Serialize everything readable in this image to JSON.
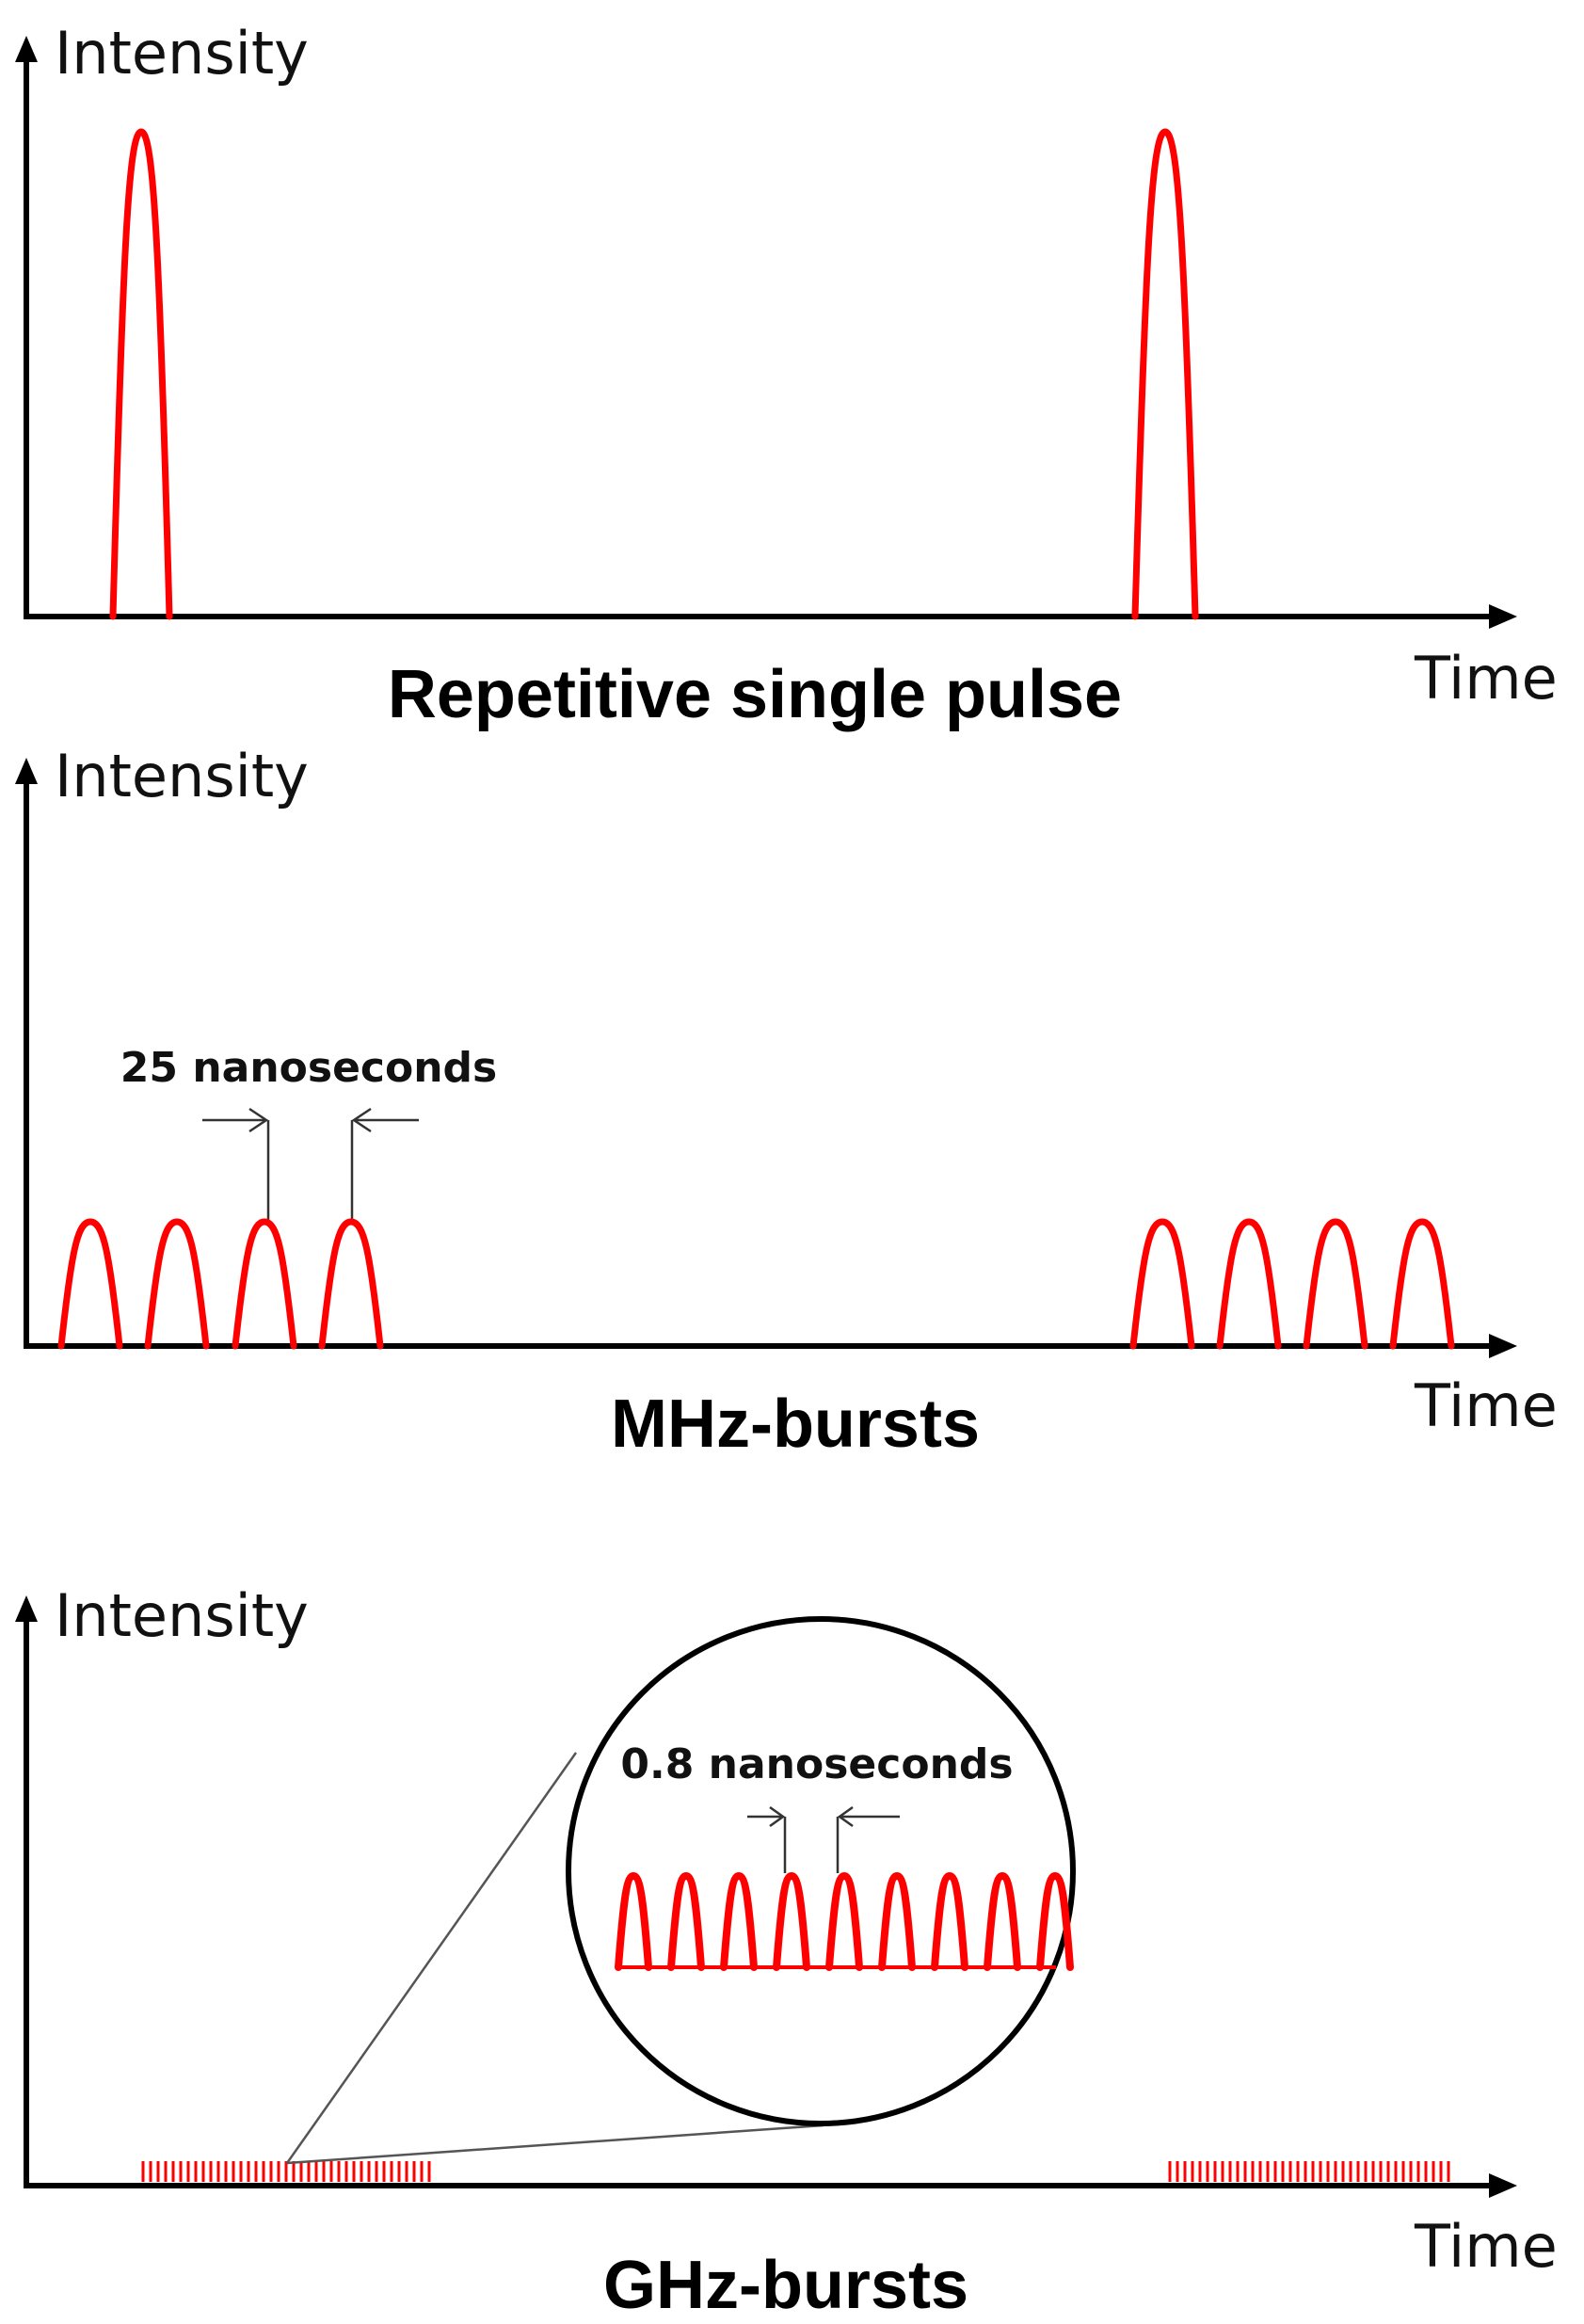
{
  "colors": {
    "pulse": "#ff0000",
    "axis": "#000000",
    "annotation_line": "#333333",
    "background": "#ffffff"
  },
  "panel1": {
    "y_label": "Intensity",
    "x_label": "Time",
    "caption": "Repetitive single pulse"
  },
  "panel2": {
    "y_label": "Intensity",
    "x_label": "Time",
    "caption": "MHz-bursts",
    "spacing_label": "25 nanoseconds"
  },
  "panel3": {
    "y_label": "Intensity",
    "x_label": "Time",
    "caption": "GHz-bursts",
    "spacing_label": "0.8 nanoseconds"
  }
}
